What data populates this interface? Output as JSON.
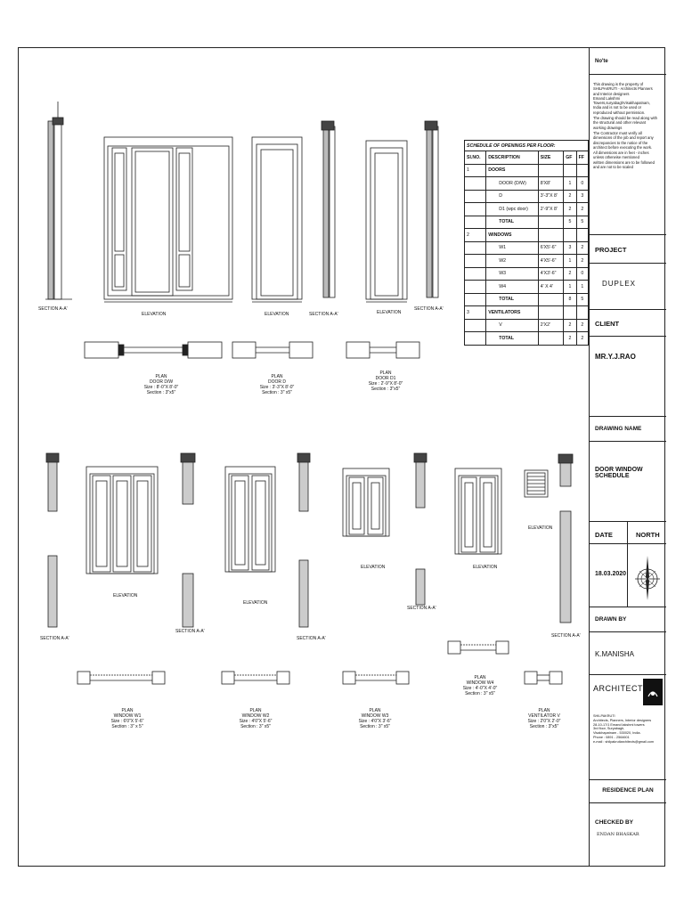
{
  "notes": {
    "heading": "No'te",
    "items": [
      "This drawing is the property of",
      "SHILPAKRUTI - Architects Planners",
      "and Interior designers",
      "Emand Lakshmi",
      "Towers,suryabaghVisakhapatnam,",
      "India and is not to be used or",
      "reproduced without permission.",
      "The drawing should be read along with",
      "the structural and other relevant",
      "working drawings",
      "The Contractor must verify all",
      "dimensions of the job and report any",
      "discrepancies to the notice of the",
      "architect before executing the work.",
      "All dimensions are in feet - inches",
      "unless otherwise mentioned",
      "written dimensions are to be followed",
      "and are not to be scaled"
    ]
  },
  "title_block": {
    "project_label": "PROJECT",
    "project_value": "DUPLEX",
    "client_label": "CLIENT",
    "client_value": "MR.Y.J.RAO",
    "drawing_name_label": "DRAWING NAME",
    "drawing_name_value": "DOOR WINDOW SCHEDULE",
    "date_label": "DATE",
    "north_label": "NORTH",
    "date_value": "18.03.2020",
    "drawn_by_label": "DRAWN BY",
    "drawn_by_value": "K.MANISHA",
    "architects_label": "ARCHITECTS",
    "firm_lines": [
      "SHILPAKRUTI",
      "Architects, Planners, Interior designers",
      "28-10-17/1 Emand lakshmi towers",
      "3rd floor, Suryabagh,",
      "Visakhapatnam - 530020, India.",
      "Phone : 0891 - 2564601",
      "e-mail : shilpakrutiarchitects@gmail.com"
    ],
    "plan_type": "RESIDENCE PLAN",
    "checked_by_label": "CHECKED BY",
    "checked_by_value": "ENDAN BHASKAR"
  },
  "schedule": {
    "title": "SCHEDULE OF OPENINGS PER FLOOR:",
    "headers": [
      "Sl.NO.",
      "DESCRIPTION",
      "SIZE",
      "GF",
      "FF"
    ],
    "rows": [
      [
        "1",
        "DOORS",
        "",
        "",
        ""
      ],
      [
        "",
        "DOOR (D/W)",
        "8'X8'",
        "1",
        "0"
      ],
      [
        "",
        "D",
        "3'-3\"X 8'",
        "2",
        "3"
      ],
      [
        "",
        "D1 (wpc door)",
        "2'-9\"X 8'",
        "2",
        "2"
      ],
      [
        "",
        "TOTAL",
        "",
        "5",
        "5"
      ],
      [
        "2",
        "WINDOWS",
        "",
        "",
        ""
      ],
      [
        "",
        "W1",
        "6'X5'-6\"",
        "3",
        "2"
      ],
      [
        "",
        "W2",
        "4'X5'-6\"",
        "1",
        "2"
      ],
      [
        "",
        "W3",
        "4'X3'-6\"",
        "2",
        "0"
      ],
      [
        "",
        "W4",
        "4' X 4'",
        "1",
        "1"
      ],
      [
        "",
        "TOTAL",
        "",
        "8",
        "5"
      ],
      [
        "3",
        "VENTILATORS",
        "",
        "",
        ""
      ],
      [
        "",
        "V",
        "2'X2'",
        "2",
        "2"
      ],
      [
        "",
        "TOTAL",
        "",
        "2",
        "2"
      ]
    ]
  },
  "drawing_labels": {
    "section_aa": "SECTION A-A'",
    "elevation": "ELEVATION",
    "plan": "PLAN",
    "door_dw": "DOOR D/W",
    "door_dw_size": "Size : 8'-0\"X 8'-0\"",
    "door_dw_section": "Section : 3\"x5\"",
    "door_d": "DOOR D",
    "door_d_size": "Size : 3'-3\"X 8'-0\"",
    "door_d_section": "Section : 3\" x5\"",
    "door_d1": "DOOR D1",
    "door_d1_size": "Size : 2'-9\"X 8'-0\"",
    "door_d1_section": "Section : 3\"x5\"",
    "window_w1": "WINDOW W1",
    "w1_size": "Size : 6'0\"X 5'-6\"",
    "w1_section": "Section : 3\" x 5\"",
    "window_w2": "WINDOW W2",
    "w2_size": "Size : 4'0\"X 5'-6\"",
    "w2_section": "Section : 3\" x5\"",
    "window_w3": "WINDOW W3",
    "w3_size": "Size : 4'0\"X 3'-6\"",
    "w3_section": "Section : 3\" x5\"",
    "window_w4": "WINDOW W4",
    "w4_size": "Size : 4'-0\"X 4'-0\"",
    "w4_section": "Section : 3\" x5\"",
    "ventilator_v": "VENTILATOR V",
    "v_size": "Size : 2'0\"X 2'-0\"",
    "v_section": "Section : 3\"x5\""
  }
}
